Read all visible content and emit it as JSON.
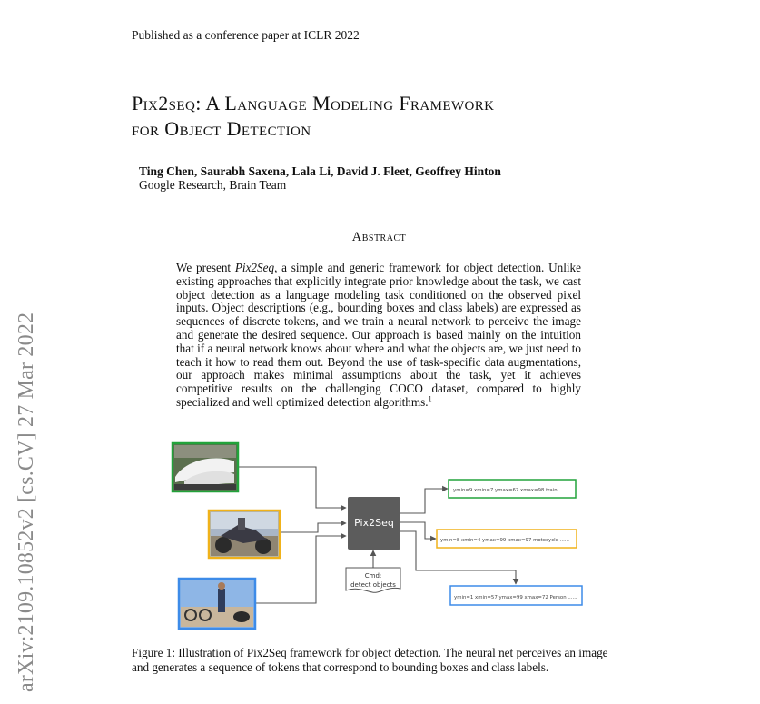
{
  "header": {
    "text": "Published as a conference paper at ICLR 2022"
  },
  "arxiv_id": "arXiv:2109.10852v2  [cs.CV]  27 Mar 2022",
  "title": {
    "line1": "Pix2seq: A Language Modeling Framework",
    "line2": "for Object Detection"
  },
  "authors": "Ting Chen, Saurabh Saxena, Lala Li, David J. Fleet, Geoffrey Hinton",
  "affiliation": "Google Research, Brain Team",
  "abstract": {
    "heading": "Abstract",
    "text_before": "We present ",
    "name_italic": "Pix2Seq",
    "text_after": ", a simple and generic framework for object detection. Unlike existing approaches that explicitly integrate prior knowledge about the task, we cast object detection as a language modeling task conditioned on the observed pixel inputs. Object descriptions (e.g., bounding boxes and class labels) are expressed as sequences of discrete tokens, and we train a neural network to perceive the image and generate the desired sequence. Our approach is based mainly on the intuition that if a neural network knows about where and what the objects are, we just need to teach it how to read them out. Beyond the use of task-specific data augmentations, our approach makes minimal assumptions about the task, yet it achieves competitive results on the challenging COCO dataset, compared to highly specialized and well optimized detection algorithms.",
    "footnote_mark": "1"
  },
  "figure": {
    "model_label": "Pix2Seq",
    "cmd_line1": "Cmd:",
    "cmd_line2": "detect objects",
    "colors": {
      "green": "#22a33b",
      "orange": "#f0b21a",
      "blue": "#3d8be8",
      "model": "#5c5c5c",
      "line": "#555555"
    },
    "outputs": {
      "train": "ymin=9 xmin=7 ymax=67 xmax=98 train ......",
      "motorcycle": "ymin=8 xmin=4 ymax=99 xmax=97 motocycle ......",
      "person": "ymin=1 xmin=57 ymax=99 xmax=72 Person ......"
    }
  },
  "caption": "Figure 1: Illustration of Pix2Seq framework for object detection. The neural net perceives an image and generates a sequence of tokens that correspond to bounding boxes and class labels."
}
